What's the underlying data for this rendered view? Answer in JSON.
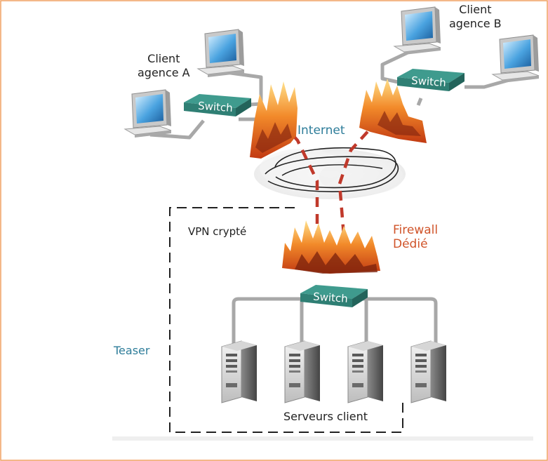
{
  "colors": {
    "border": "#f0a060",
    "switch_top": "#3f9b8e",
    "switch_side": "#23645b",
    "link_line": "#a8a8a8",
    "vpn_dash": "#c0392b",
    "internet_label": "#2e7d9a",
    "firewall_label": "#d0542a"
  },
  "labels": {
    "client_a": [
      "Client",
      "agence A"
    ],
    "client_b": [
      "Client",
      "agence B"
    ],
    "internet": "Internet",
    "vpn": "VPN crypté",
    "firewall": [
      "Firewall",
      "Dédié"
    ],
    "teaser": "Teaser",
    "servers": "Serveurs client"
  },
  "switches": [
    {
      "id": "switch-a",
      "label": "Switch"
    },
    {
      "id": "switch-b",
      "label": "Switch"
    },
    {
      "id": "switch-core",
      "label": "Switch"
    }
  ],
  "icons": {
    "computer": "monitor-icon",
    "firewall": "flame-wall-icon",
    "server": "server-tower-icon",
    "internet": "cloud-icon"
  }
}
